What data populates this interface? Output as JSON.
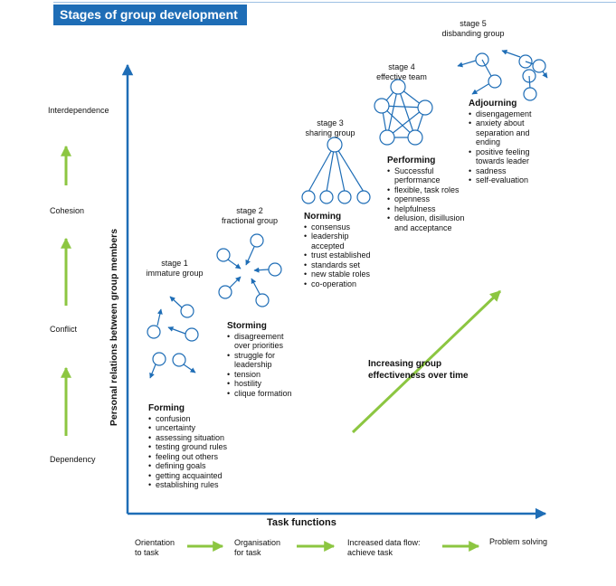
{
  "title": "Stages of group development",
  "axes": {
    "y_label": "Personal relations between group members",
    "x_label": "Task functions"
  },
  "y_levels": [
    "Interdependence",
    "Cohesion",
    "Conflict",
    "Dependency"
  ],
  "bottom_steps": [
    {
      "line1": "Orientation",
      "line2": "to task"
    },
    {
      "line1": "Organisation",
      "line2": "for task"
    },
    {
      "line1": "Increased data flow:",
      "line2": "achieve task"
    },
    {
      "line1": "Problem solving",
      "line2": ""
    }
  ],
  "effectiveness_label": {
    "line1": "Increasing group",
    "line2": "effectiveness over time"
  },
  "stages": [
    {
      "stage": "stage 1",
      "caption": "immature group",
      "name": "Forming",
      "items": [
        "confusion",
        "uncertainty",
        "assessing  situation",
        "testing ground rules",
        "feeling out others",
        "defining goals",
        "getting acquainted",
        "establishing rules"
      ]
    },
    {
      "stage": "stage 2",
      "caption": "fractional group",
      "name": "Storming",
      "items": [
        "disagreement|over priorities",
        "struggle for|leadership",
        "tension",
        "hostility",
        "clique formation"
      ]
    },
    {
      "stage": "stage 3",
      "caption": "sharing group",
      "name": "Norming",
      "items": [
        "consensus",
        "leadership|accepted",
        "trust established",
        "standards set",
        "new stable roles",
        "co-operation"
      ]
    },
    {
      "stage": "stage 4",
      "caption": "effective team",
      "name": "Performing",
      "items": [
        "Successful|performance",
        "flexible, task roles",
        "openness",
        "helpfulness",
        "delusion, disillusion|and acceptance"
      ]
    },
    {
      "stage": "stage 5",
      "caption": "disbanding group",
      "name": "Adjourning",
      "items": [
        "disengagement",
        "anxiety about|separation and|ending",
        "positive feeling|towards leader",
        "sadness",
        "self-evaluation"
      ]
    }
  ],
  "colors": {
    "title_bg": "#1e6db6",
    "axis": "#1e6db6",
    "arrow_green": "#8cc641",
    "node": "#1e6db6"
  }
}
